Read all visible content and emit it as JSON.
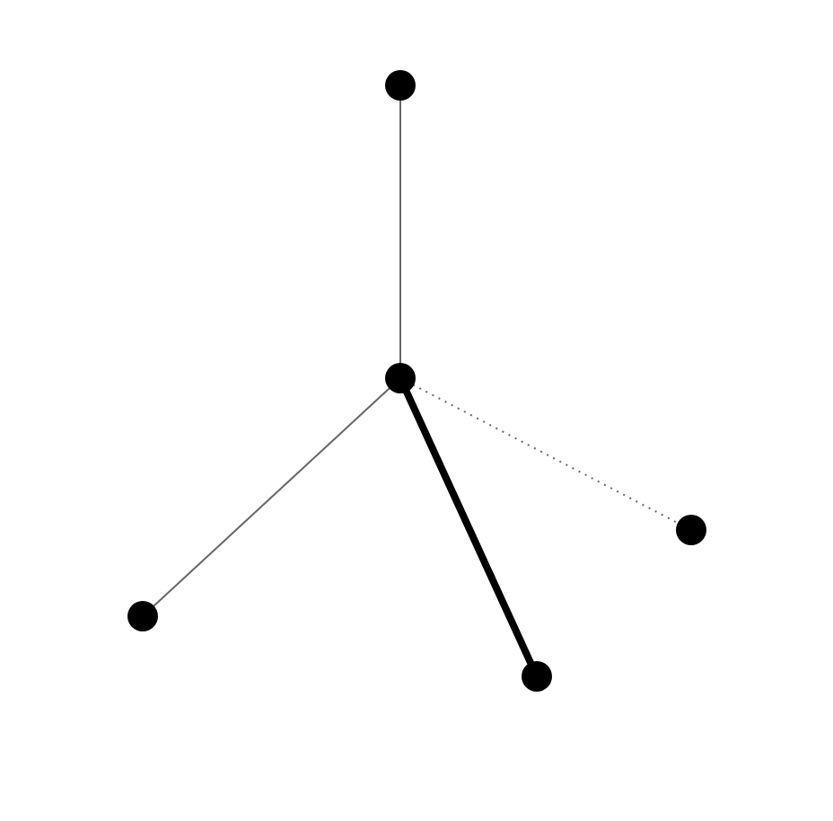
{
  "graph": {
    "node_color": "#000000",
    "nodes": [
      {
        "id": "hub"
      },
      {
        "id": "top"
      },
      {
        "id": "left"
      },
      {
        "id": "bottom"
      },
      {
        "id": "right"
      }
    ],
    "edges": [
      {
        "from": "hub",
        "to": "top",
        "style": "thin",
        "color": "#666666"
      },
      {
        "from": "hub",
        "to": "left",
        "style": "thin",
        "color": "#666666"
      },
      {
        "from": "hub",
        "to": "bottom",
        "style": "thick",
        "color": "#000000"
      },
      {
        "from": "hub",
        "to": "right",
        "style": "dotted",
        "color": "#666666"
      }
    ]
  }
}
